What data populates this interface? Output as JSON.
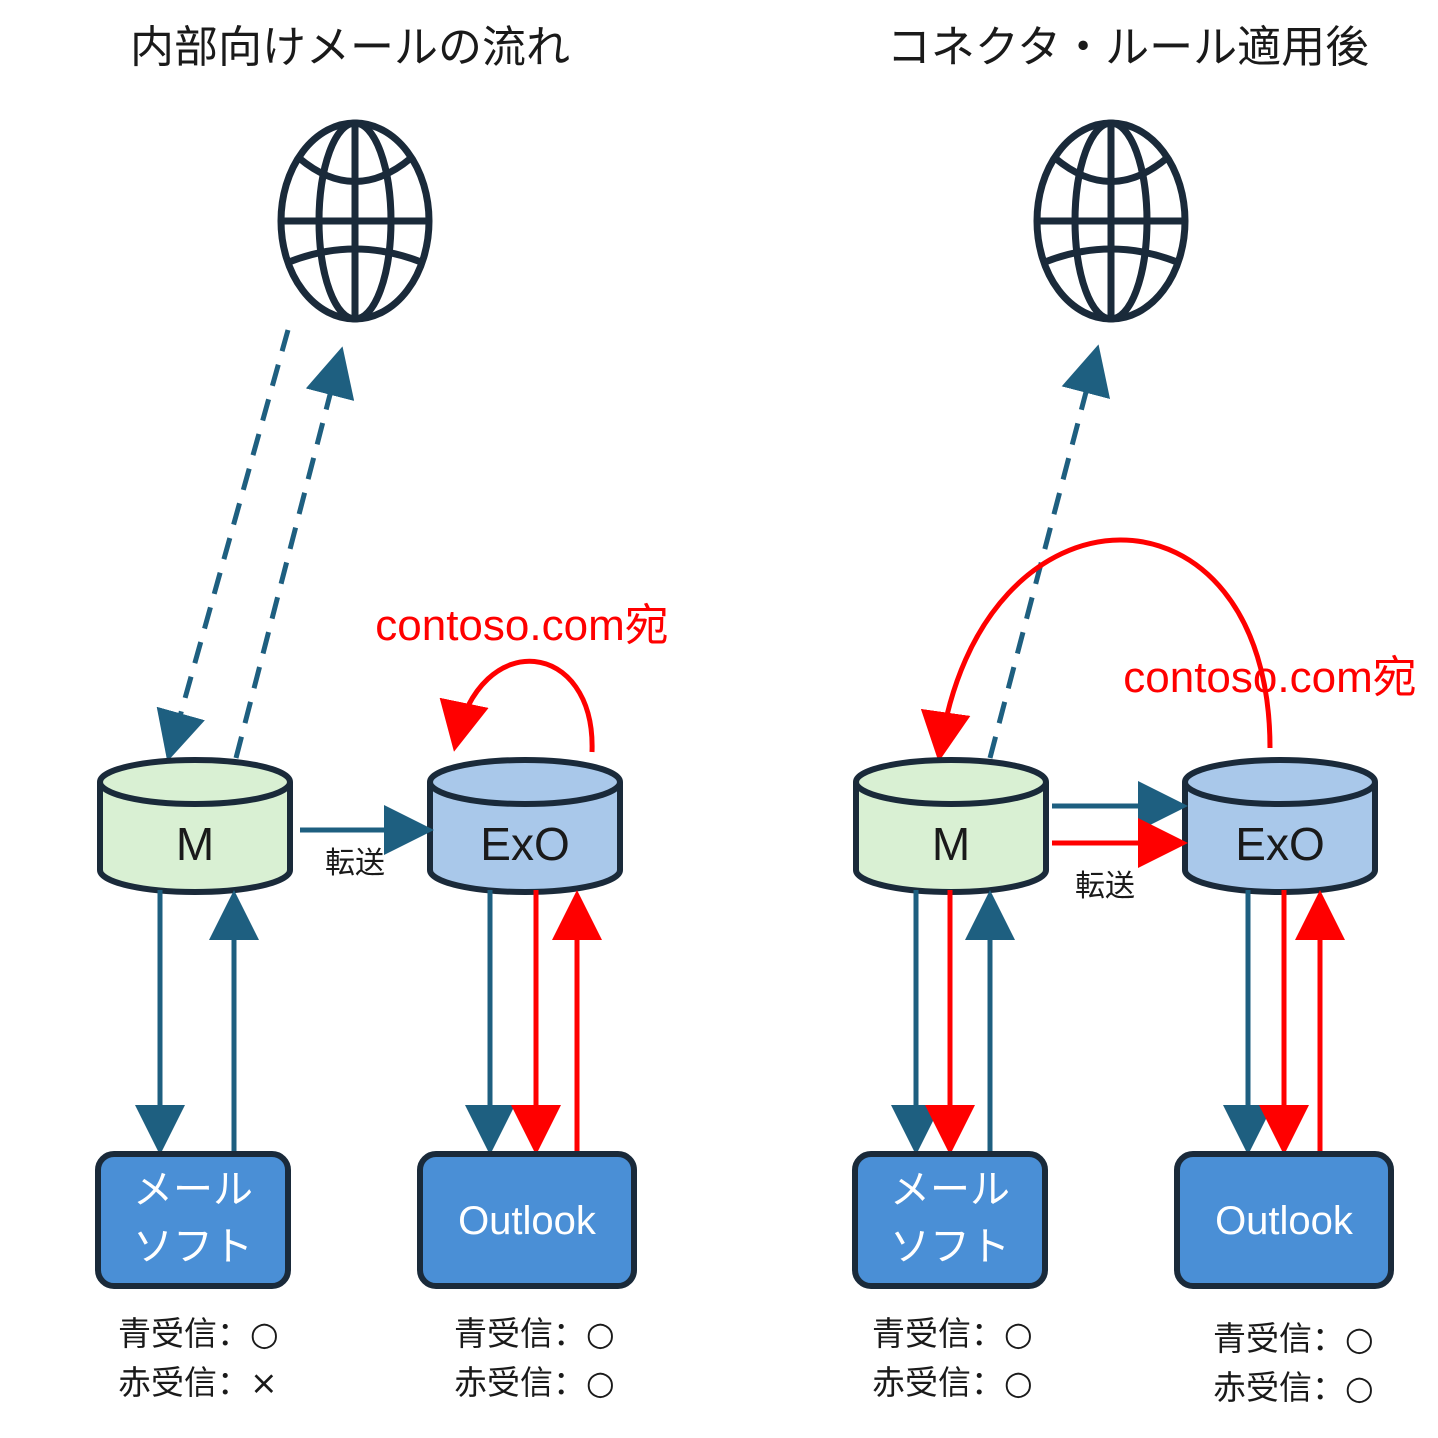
{
  "left": {
    "title": "内部向けメールの流れ",
    "server_m": "M",
    "server_exo": "ExO",
    "forward_label": "転送",
    "destination_label": "contoso.com宛",
    "client_left_line1": "メール",
    "client_left_line2": "ソフト",
    "client_right": "Outlook",
    "status_left_blue": "青受信：○",
    "status_left_red": "赤受信：×",
    "status_right_blue": "青受信：○",
    "status_right_red": "赤受信：○"
  },
  "right": {
    "title": "コネクタ・ルール適用後",
    "server_m": "M",
    "server_exo": "ExO",
    "forward_label": "転送",
    "destination_label": "contoso.com宛",
    "client_left_line1": "メール",
    "client_left_line2": "ソフト",
    "client_right": "Outlook",
    "status_left_blue": "青受信：○",
    "status_left_red": "赤受信：○",
    "status_right_blue": "青受信：○",
    "status_right_red": "赤受信：○"
  },
  "colors": {
    "blue_arrow": "#1e5f80",
    "red_arrow": "#ff0000",
    "m_fill": "#d9f0d3",
    "exo_fill": "#a9c8ea",
    "client_fill": "#4a8fd6",
    "stroke": "#1a2a3a"
  },
  "icons": [
    "globe-icon"
  ]
}
